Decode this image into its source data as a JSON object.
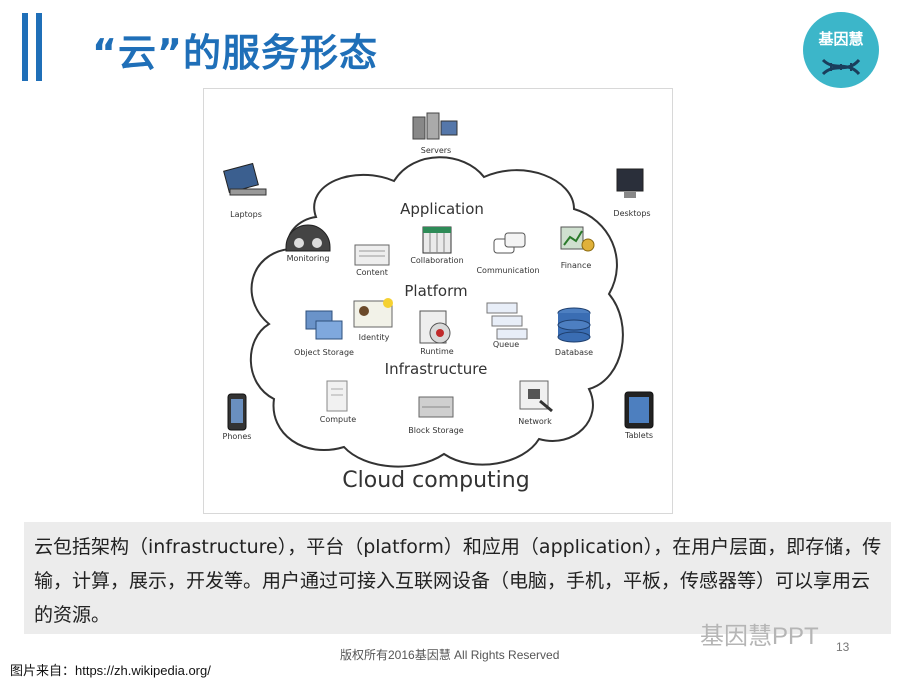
{
  "slide": {
    "title": "“云”的服务形态",
    "logo_text": "基因慧",
    "caption": "云包括架构（infrastructure），平台（platform）和应用（application），在用户层面，即存储，传输，计算，展示，开发等。用户通过可接入互联网设备（电脑，手机，平板，传感器等）可以享用云的资源。",
    "footer": "版权所有2016基因慧 All Rights Reserved",
    "page_number": "13",
    "watermark": "基因慧PPT",
    "source": "图片来自：https://zh.wikipedia.org/"
  },
  "diagram": {
    "main_label": "Cloud computing",
    "layers": [
      "Application",
      "Platform",
      "Infrastructure"
    ],
    "devices": [
      "Servers",
      "Laptops",
      "Desktops",
      "Phones",
      "Tablets"
    ],
    "application_items": [
      "Monitoring",
      "Content",
      "Collaboration",
      "Communication",
      "Finance"
    ],
    "platform_items": [
      "Object Storage",
      "Identity",
      "Runtime",
      "Queue",
      "Database"
    ],
    "infrastructure_items": [
      "Compute",
      "Block Storage",
      "Network"
    ]
  },
  "colors": {
    "title_blue": "#1f6fb8",
    "logo_teal": "#3cb6c9",
    "caption_bg": "#ececec"
  }
}
